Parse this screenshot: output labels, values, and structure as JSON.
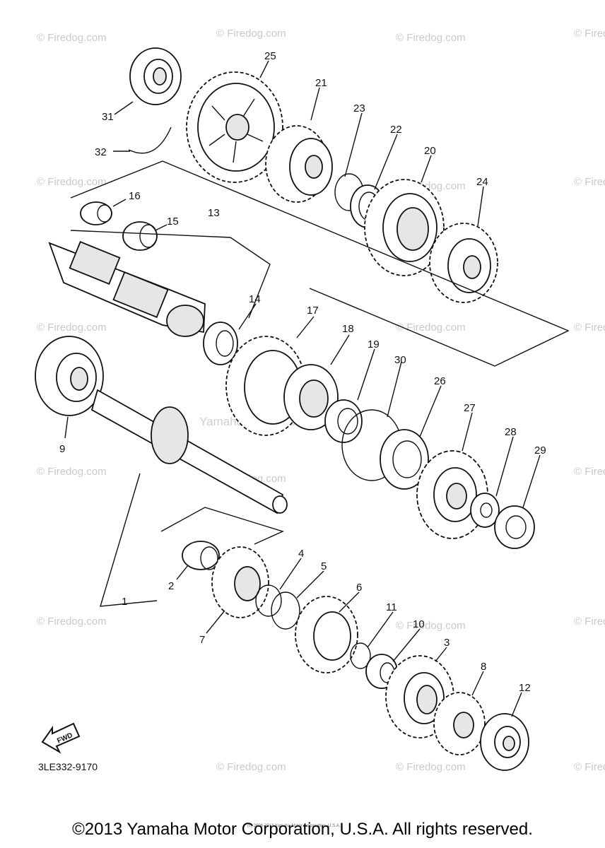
{
  "watermarks": {
    "site": "© Firedog.com",
    "center": "© Firedog.com",
    "brand": "Yamaha Motor Corp., U.S.A."
  },
  "parts": [
    {
      "id": "p1",
      "label": "1"
    },
    {
      "id": "p2",
      "label": "2"
    },
    {
      "id": "p3",
      "label": "3"
    },
    {
      "id": "p4",
      "label": "4"
    },
    {
      "id": "p5",
      "label": "5"
    },
    {
      "id": "p6",
      "label": "6"
    },
    {
      "id": "p7",
      "label": "7"
    },
    {
      "id": "p8",
      "label": "8"
    },
    {
      "id": "p9",
      "label": "9"
    },
    {
      "id": "p10",
      "label": "10"
    },
    {
      "id": "p11",
      "label": "11"
    },
    {
      "id": "p12",
      "label": "12"
    },
    {
      "id": "p13",
      "label": "13"
    },
    {
      "id": "p14",
      "label": "14"
    },
    {
      "id": "p15",
      "label": "15"
    },
    {
      "id": "p16",
      "label": "16"
    },
    {
      "id": "p17",
      "label": "17"
    },
    {
      "id": "p18",
      "label": "18"
    },
    {
      "id": "p19",
      "label": "19"
    },
    {
      "id": "p20",
      "label": "20"
    },
    {
      "id": "p21",
      "label": "21"
    },
    {
      "id": "p22",
      "label": "22"
    },
    {
      "id": "p23",
      "label": "23"
    },
    {
      "id": "p24",
      "label": "24"
    },
    {
      "id": "p25",
      "label": "25"
    },
    {
      "id": "p26",
      "label": "26"
    },
    {
      "id": "p27",
      "label": "27"
    },
    {
      "id": "p28",
      "label": "28"
    },
    {
      "id": "p29",
      "label": "29"
    },
    {
      "id": "p30",
      "label": "30"
    },
    {
      "id": "p31",
      "label": "31"
    },
    {
      "id": "p32",
      "label": "32"
    }
  ],
  "fwd_label": "FWD",
  "diagram_code": "3LE332-9170",
  "fine_print": "(c) 2006-2013 Yamaha Motor Corporation, U.S.A.",
  "copyright": "©2013 Yamaha Motor Corporation, U.S.A. All rights reserved."
}
